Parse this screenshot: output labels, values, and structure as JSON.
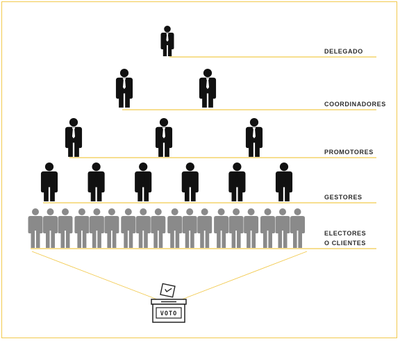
{
  "diagram": {
    "levels": [
      {
        "id": "delegado",
        "label_lines": [
          "DELEGADO"
        ],
        "count": 1
      },
      {
        "id": "coordinadores",
        "label_lines": [
          "COORDINADORES"
        ],
        "count": 2
      },
      {
        "id": "promotores",
        "label_lines": [
          "PROMOTORES"
        ],
        "count": 3
      },
      {
        "id": "gestores",
        "label_lines": [
          "GESTORES"
        ],
        "count": 6
      },
      {
        "id": "electores",
        "label_lines": [
          "ELECTORES",
          "O CLIENTES"
        ],
        "count": 18
      }
    ],
    "ballot_box": {
      "label": "VOTO",
      "icon": "ballot-box-icon"
    },
    "colors": {
      "accent_line": "#f2c94c",
      "leader_figure": "#111111",
      "voter_figure": "#8a8a8a",
      "tie": "#ffffff",
      "text": "#2b2b2b"
    }
  }
}
